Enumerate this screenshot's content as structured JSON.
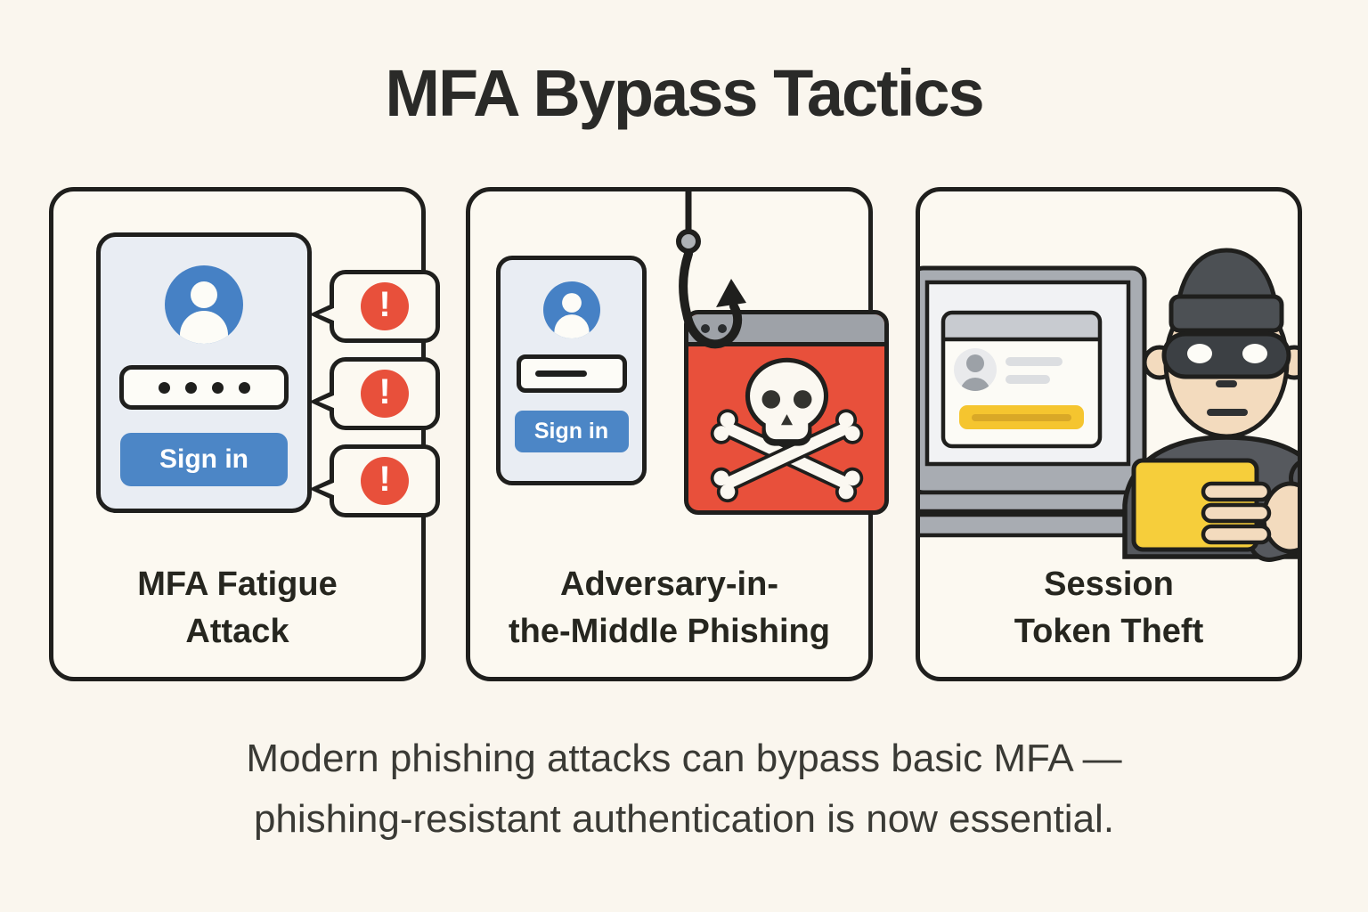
{
  "title": "MFA Bypass Tactics",
  "alert_mark": "!",
  "panels": [
    {
      "id": "mfa-fatigue",
      "caption_line1": "MFA Fatigue",
      "caption_line2": "Attack",
      "signin_button_label": "Sign in",
      "alert_count": 3,
      "password_dot_count": 4
    },
    {
      "id": "aitm-phishing",
      "caption_line1": "Adversary-in-",
      "caption_line2": "the-Middle Phishing",
      "signin_button_label": "Sign in"
    },
    {
      "id": "session-token-theft",
      "caption_line1": "Session",
      "caption_line2": "Token Theft"
    }
  ],
  "footer_line1": "Modern phishing attacks can bypass basic MFA —",
  "footer_line2": "phishing-resistant authentication is now essential.",
  "icons": {
    "panel1_alert": "exclamation-icon",
    "signin_avatar": "user-avatar-icon",
    "panel2_hook": "fishhook-icon",
    "panel2_window": "skull-crossbones-icon",
    "panel3_laptop": "laptop-icon",
    "panel3_thief": "masked-thief-icon",
    "panel3_token": "yellow-token-card-icon"
  },
  "colors": {
    "background": "#FAF6EE",
    "panel_background": "#FCF9F1",
    "outline": "#1F1F1D",
    "card_background": "#E9EDF3",
    "accent_blue": "#4C86C6",
    "alert_red": "#E8503B",
    "titlebar_gray": "#9EA2A8",
    "laptop_gray": "#A8ACB2",
    "token_yellow": "#F6CE3B",
    "skin": "#F3DBBE",
    "sweater_gray": "#56595E"
  }
}
